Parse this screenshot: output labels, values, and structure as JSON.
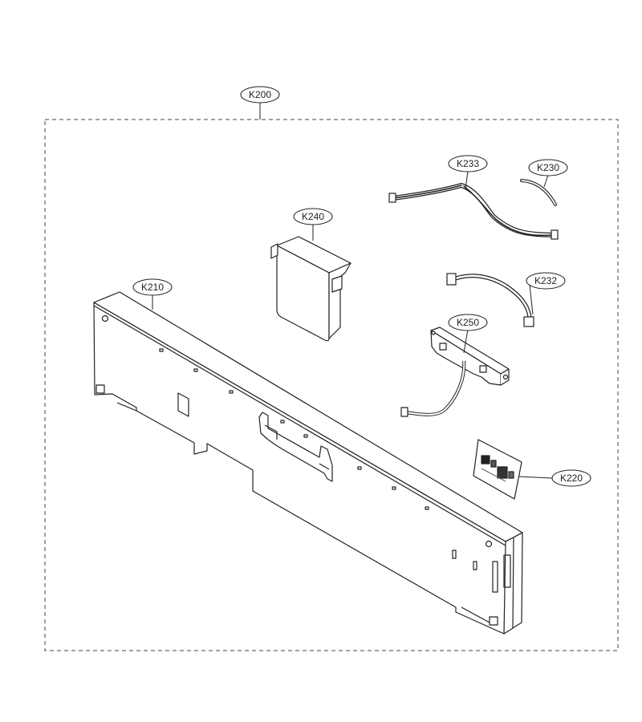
{
  "diagram": {
    "assembly_label": "K200",
    "parts": [
      {
        "label": "K233"
      },
      {
        "label": "K230"
      },
      {
        "label": "K240"
      },
      {
        "label": "K232"
      },
      {
        "label": "K210"
      },
      {
        "label": "K250"
      },
      {
        "label": "K220"
      }
    ]
  }
}
